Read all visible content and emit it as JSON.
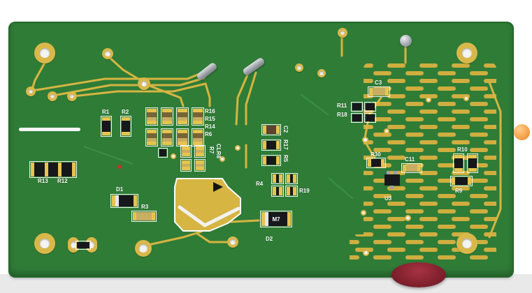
{
  "scene": {
    "colors": {
      "background": "#ffffff",
      "floor": "#e9e9ea",
      "board_green": "#2f7c37",
      "copper_gold": "#d6b542",
      "silkscreen_white": "#ffffff",
      "orange_marker": "#f09a3f",
      "red_component": "#7a1e2b"
    }
  },
  "labels": {
    "r1": "R1",
    "r2": "R2",
    "r16": "R16",
    "r15": "R15",
    "r14": "R14",
    "r6": "R6",
    "r7": "R7",
    "clr8": "CLR8",
    "c2": "C2",
    "r17": "R17",
    "r5": "R5",
    "r4": "R4",
    "r19": "R19",
    "r13": "R13",
    "r12": "R12",
    "d1": "D1",
    "r3": "R3",
    "d2": "D2",
    "m7": "M7",
    "r11": "R11",
    "r18": "R18",
    "c3": "C3",
    "r30": "R30",
    "c11": "C11",
    "u3": "U3",
    "r10": "R10",
    "r9": "R9"
  }
}
